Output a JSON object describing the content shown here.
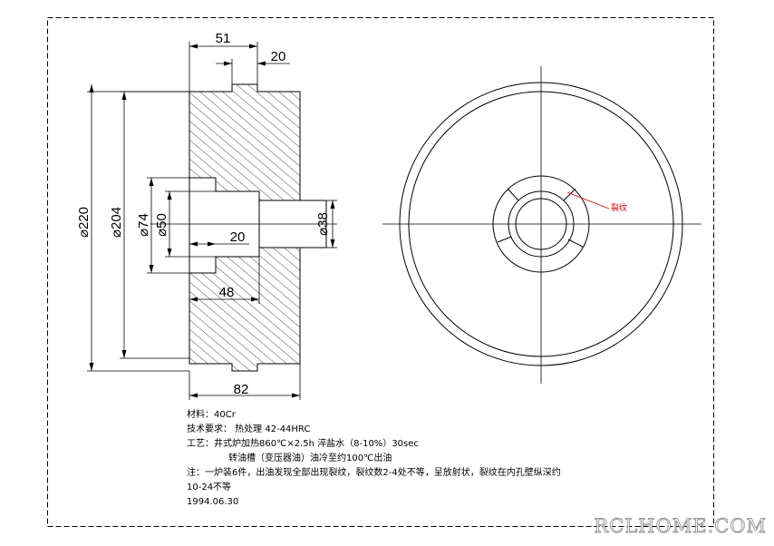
{
  "dimensions": {
    "d51": "51",
    "d20_top": "20",
    "d220": "⌀220",
    "d204": "⌀204",
    "d74": "⌀74",
    "d50": "⌀50",
    "d20_inner": "20",
    "d38": "⌀38",
    "d48": "48",
    "d82": "82"
  },
  "crack_label": "裂纹",
  "notes": {
    "material": "材料：40Cr",
    "requirement": "技术要求：  热处理 42-44HRC",
    "process": "工艺：井式炉加热860℃×2.5h 淬盐水（8-10%）30sec",
    "process2": "转油槽（变压器油）油冷至约100℃出油",
    "note": "注：一炉装6件，出油发现全部出现裂纹，裂纹数2-4处不等，呈放射状，裂纹在内孔壁纵深约",
    "note2": "10-24不等",
    "date": "1994.06.30"
  },
  "watermark": "RCLHOME.COM"
}
